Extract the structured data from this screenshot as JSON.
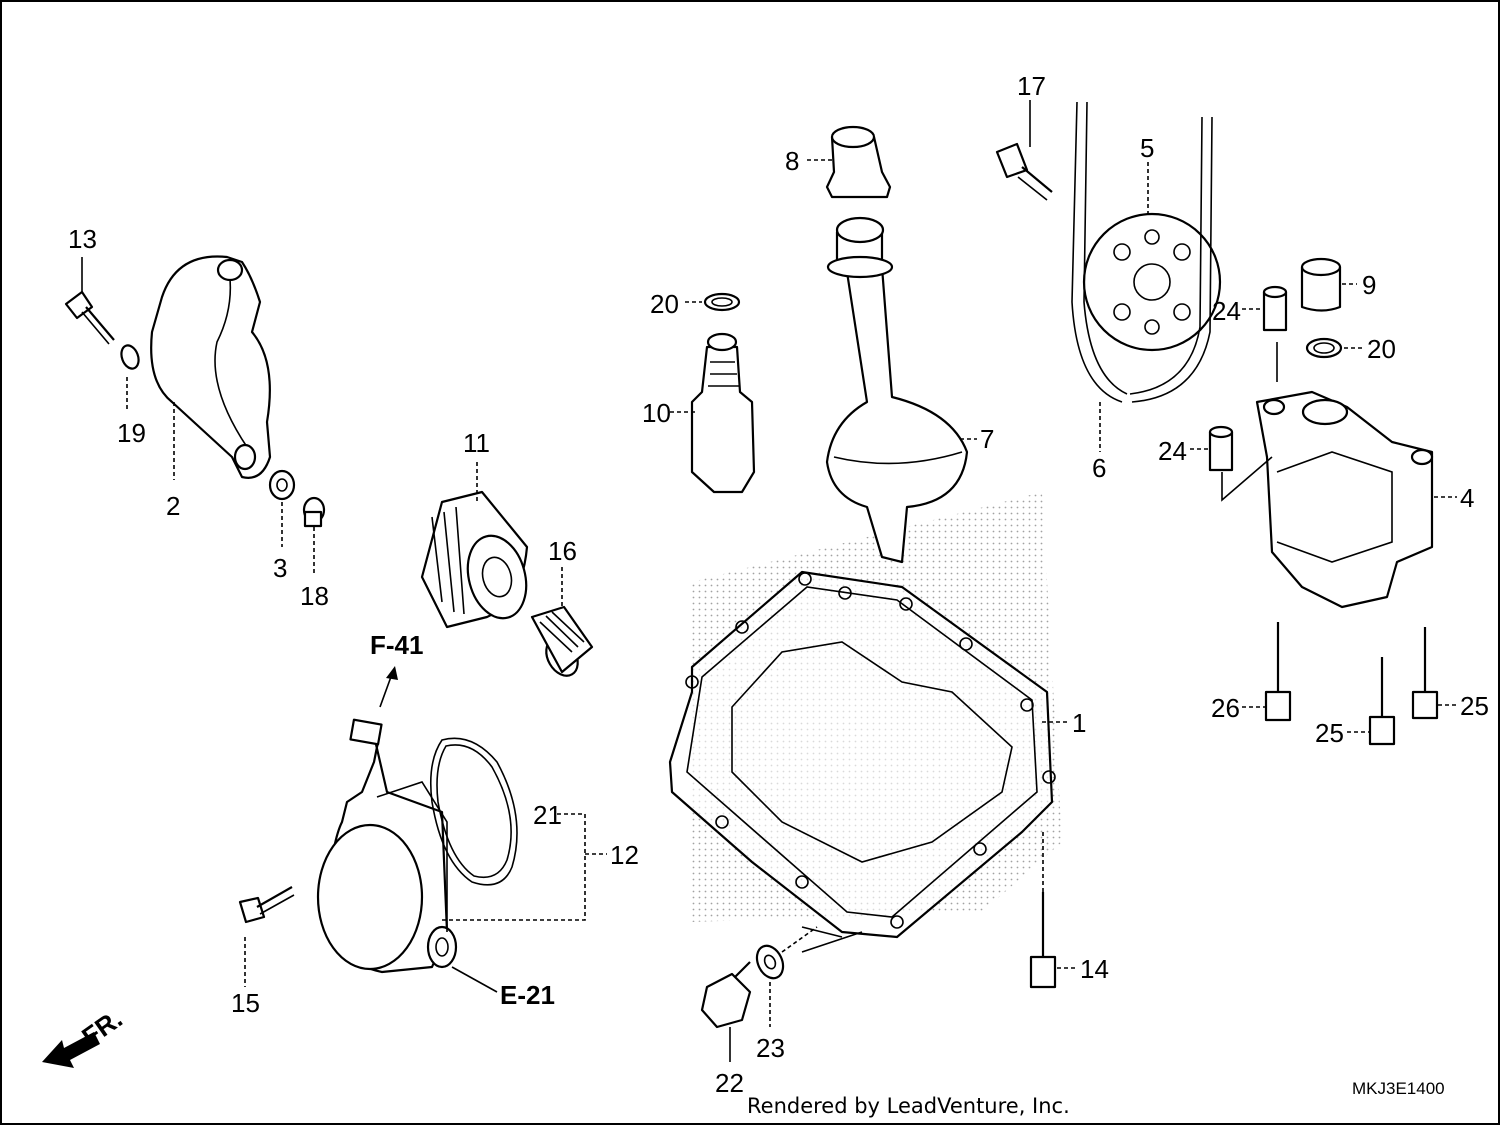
{
  "callouts": {
    "c1": "1",
    "c2": "2",
    "c3": "3",
    "c4": "4",
    "c5": "5",
    "c6": "6",
    "c7": "7",
    "c8": "8",
    "c9": "9",
    "c10": "10",
    "c11": "11",
    "c12": "12",
    "c13": "13",
    "c14": "14",
    "c15": "15",
    "c16": "16",
    "c17": "17",
    "c18": "18",
    "c19": "19",
    "c20a": "20",
    "c20b": "20",
    "c21": "21",
    "c22": "22",
    "c23": "23",
    "c24a": "24",
    "c24b": "24",
    "c25a": "25",
    "c25b": "25",
    "c26": "26"
  },
  "references": {
    "f41": "F-41",
    "e21": "E-21",
    "front": "FR."
  },
  "diagram_code": "MKJ3E1400",
  "footer": "Rendered by LeadVenture, Inc."
}
